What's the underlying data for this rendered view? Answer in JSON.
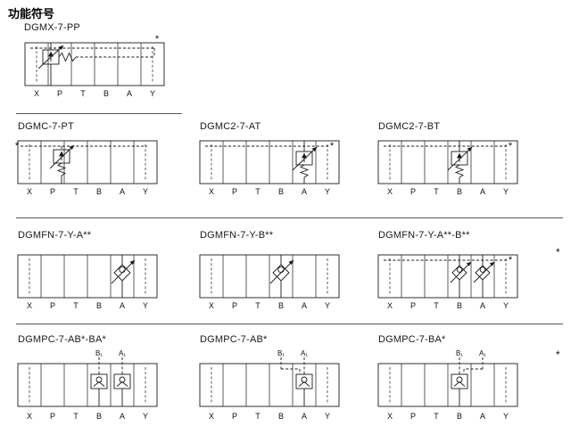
{
  "title": "功能符号",
  "asterisk": "*",
  "ports": [
    "X",
    "P",
    "T",
    "B",
    "A",
    "Y"
  ],
  "sub_ports": {
    "b1": "B₁",
    "a1": "A₁"
  },
  "sections": [
    {
      "diagrams": [
        {
          "label": "DGMX-7-PP"
        }
      ]
    },
    {
      "diagrams": [
        {
          "label": "DGMC-7-PT"
        },
        {
          "label": "DGMC2-7-AT"
        },
        {
          "label": "DGMC2-7-BT"
        }
      ]
    },
    {
      "diagrams": [
        {
          "label": "DGMFN-7-Y-A**"
        },
        {
          "label": "DGMFN-7-Y-B**"
        },
        {
          "label": "DGMFN-7-Y-A**-B**"
        }
      ]
    },
    {
      "diagrams": [
        {
          "label": "DGMPC-7-AB*-BA*"
        },
        {
          "label": "DGMPC-7-AB*"
        },
        {
          "label": "DGMPC-7-BA*"
        }
      ]
    }
  ]
}
